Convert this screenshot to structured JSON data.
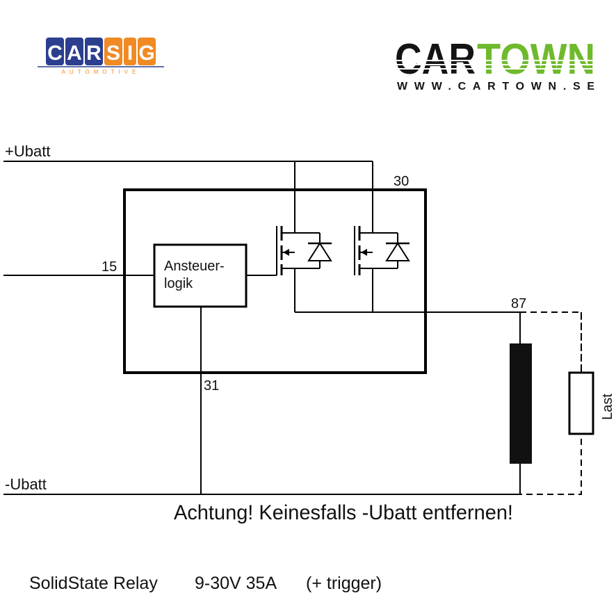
{
  "logos": {
    "carsig": {
      "letters": [
        "C",
        "A",
        "R",
        "S",
        "I",
        "G"
      ],
      "subtitle": "AUTOMOTIVE",
      "colors": {
        "blue": "#2c3f8e",
        "orange": "#f08a24"
      }
    },
    "cartown": {
      "part1": "CAR",
      "part2": "TOWN",
      "url": "WWW.CARTOWN.SE",
      "colors": {
        "dark": "#141414",
        "green": "#6fba2c"
      }
    }
  },
  "diagram": {
    "rail_positive": "+Ubatt",
    "rail_negative": "-Ubatt",
    "pin_30": "30",
    "pin_15": "15",
    "pin_87": "87",
    "pin_31": "31",
    "logic_line1": "Ansteuer-",
    "logic_line2": "logik",
    "load_label": "Last",
    "warning": "Achtung! Keinesfalls -Ubatt entfernen!"
  },
  "caption": {
    "part1": "SolidState Relay",
    "part2": "9-30V 35A",
    "part3": "(+ trigger)"
  }
}
